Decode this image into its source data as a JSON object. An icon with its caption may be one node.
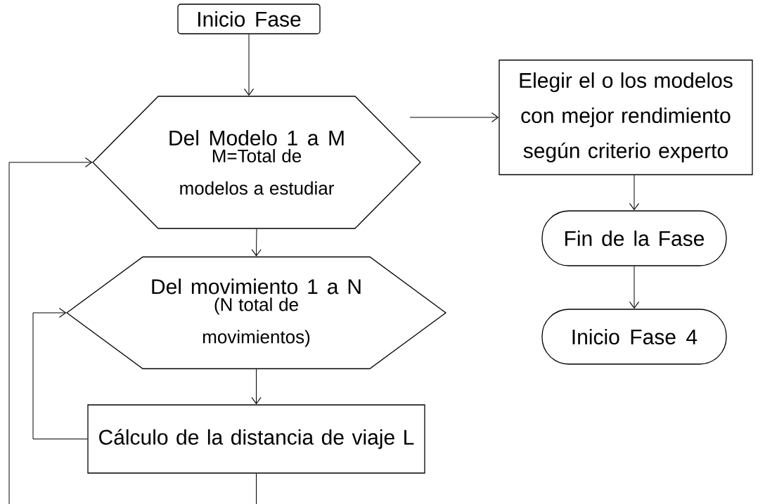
{
  "diagram": {
    "nodes": [
      {
        "text": [
          "Inicio Fase"
        ]
      },
      {
        "text": [
          "Del Modelo 1 a M",
          "M=Total de modelos a estudiar"
        ]
      },
      {
        "text": [
          "Del movimiento 1 a N",
          "(N total de movimientos)"
        ]
      },
      {
        "text": [
          "Cálculo de la distancia de viaje L"
        ]
      },
      {
        "text": [
          "Elegir el o los modelos con mejor rendimiento según criterio experto"
        ]
      },
      {
        "text": [
          "Fin de la Fase"
        ]
      },
      {
        "text": [
          "Inicio Fase 4"
        ]
      }
    ],
    "edges": [
      {
        "from": 0,
        "to": 1,
        "arrow": "to"
      },
      {
        "from": 1,
        "to": 2,
        "arrow": "to"
      },
      {
        "from": 2,
        "to": 3,
        "arrow": "to"
      },
      {
        "from": 3,
        "to": 2,
        "arrow": "to"
      },
      {
        "from": null,
        "to": 4,
        "arrow": "to"
      },
      {
        "from": 4,
        "to": 5,
        "arrow": "to"
      },
      {
        "from": 5,
        "to": 6,
        "arrow": "to"
      },
      {
        "from": 3,
        "to": null,
        "arrow": "none"
      },
      {
        "from": null,
        "to": 1,
        "arrow": "to"
      }
    ]
  }
}
